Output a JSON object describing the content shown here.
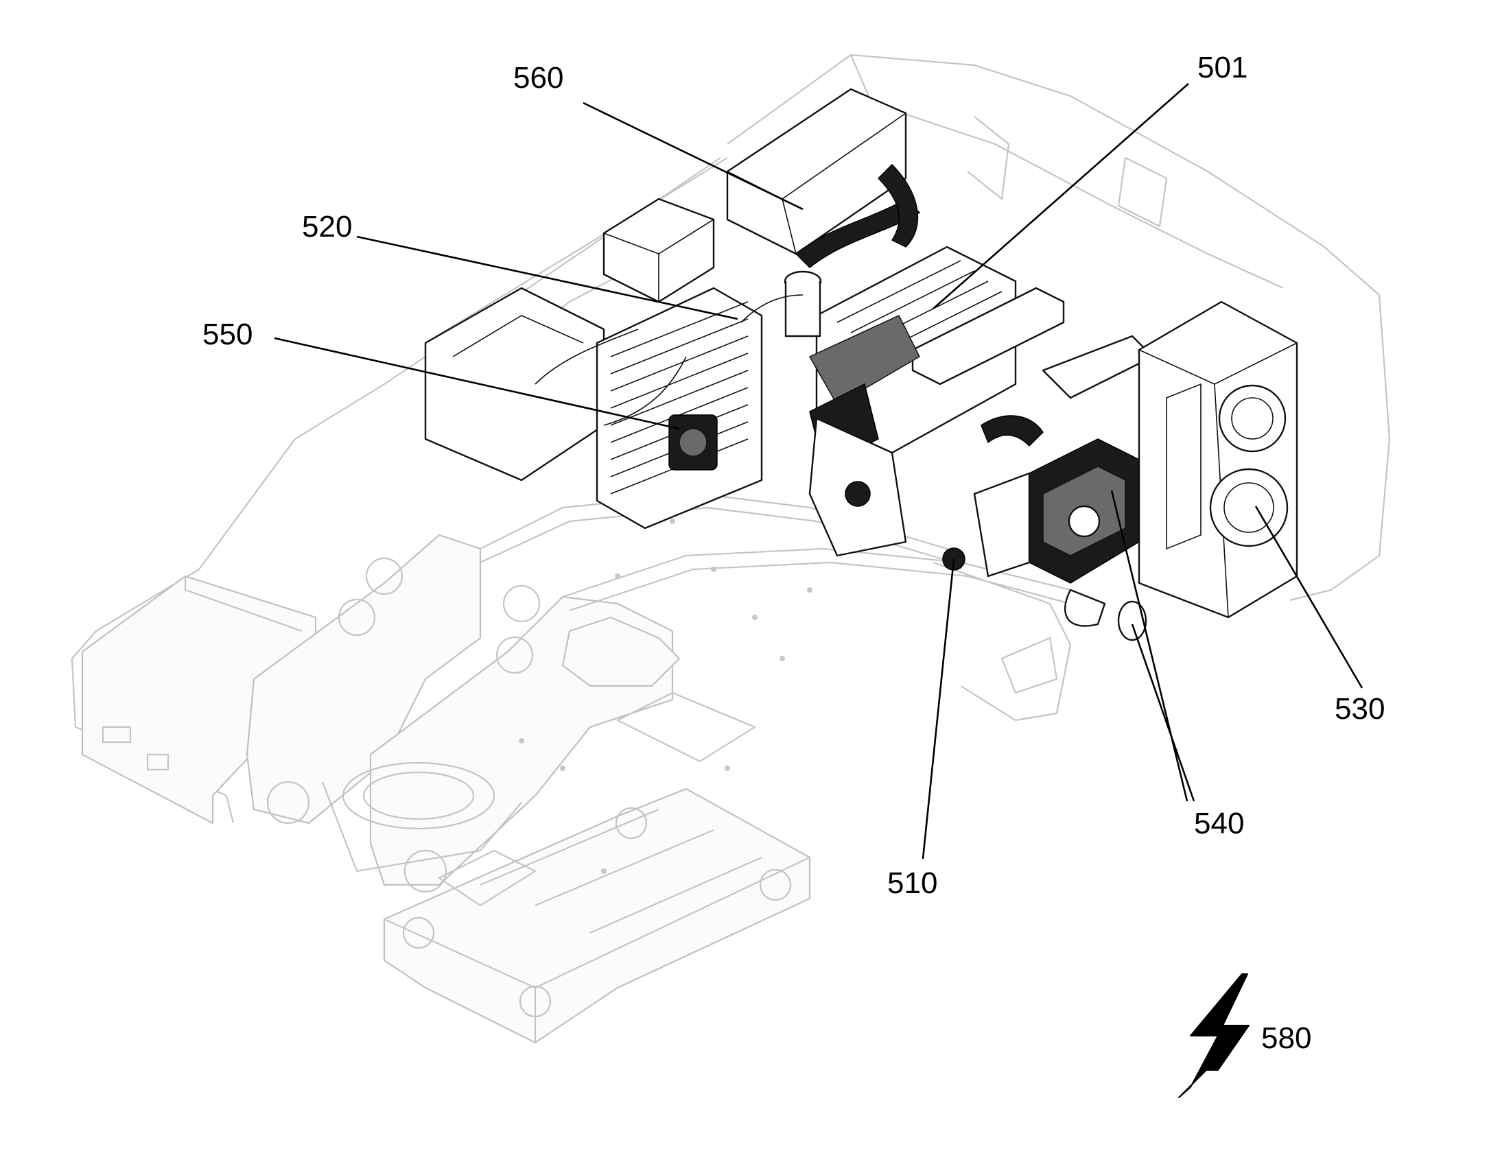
{
  "figure": {
    "labels": {
      "l501": "501",
      "l510": "510",
      "l520": "520",
      "l530": "530",
      "l540": "540",
      "l550": "550",
      "l560": "560",
      "l580": "580"
    }
  },
  "colors": {
    "line": "#000000",
    "ghosted_frame": "#c4c4c4",
    "background": "#ffffff"
  }
}
